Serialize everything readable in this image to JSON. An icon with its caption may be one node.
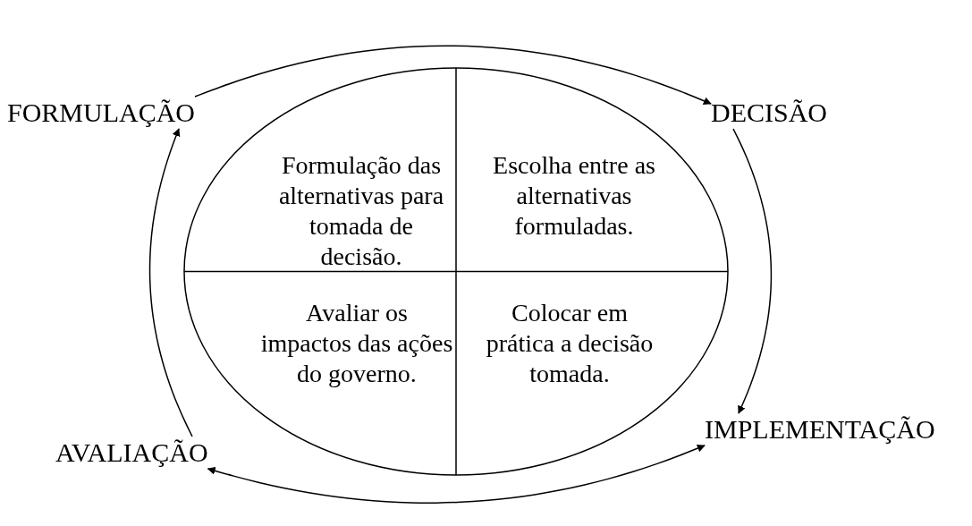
{
  "diagram": {
    "nodes": [
      {
        "text": [
          "FORMULAÇÃO"
        ]
      },
      {
        "text": [
          "DECISÃO"
        ]
      },
      {
        "text": [
          "IMPLEMENTAÇÃO"
        ]
      },
      {
        "text": [
          "AVALIAÇÃO"
        ]
      },
      {
        "text": [],
        "shape": "ellipse"
      },
      {
        "text": [
          "Formulação das alternativas para tomada de decisão."
        ],
        "in": 4
      },
      {
        "text": [
          "Escolha entre as alternativas formuladas."
        ],
        "in": 4
      },
      {
        "text": [
          "Avaliar os impactos das ações do governo."
        ],
        "in": 4
      },
      {
        "text": [
          "Colocar em prática a decisão tomada."
        ],
        "in": 4
      }
    ],
    "edges": [
      {
        "from": 0,
        "to": 1,
        "arrow": "to"
      },
      {
        "from": 1,
        "to": 2,
        "arrow": "to"
      },
      {
        "from": 3,
        "to": 2,
        "arrow": "both"
      },
      {
        "from": 3,
        "to": 0,
        "arrow": "to"
      }
    ]
  }
}
